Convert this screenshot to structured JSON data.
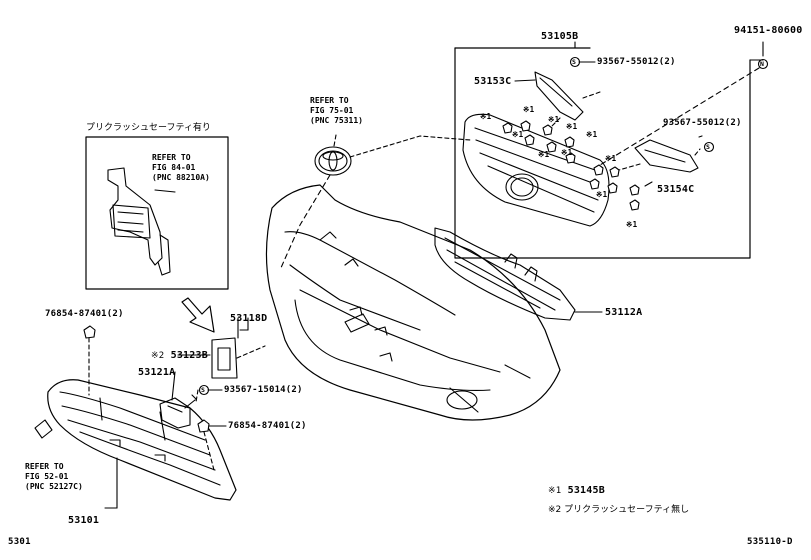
{
  "labels": {
    "p53105B": "53105B",
    "p94151": "94151-80600",
    "p53153C": "53153C",
    "p93567_top": "93567-55012(2)",
    "p93567_right": "93567-55012(2)",
    "p53154C": "53154C",
    "p53112A": "53112A",
    "p53118D": "53118D",
    "p53123B": "53123B",
    "p53121A": "53121A",
    "p93567_15014": "93567-15014(2)",
    "p76854_left": "76854-87401(2)",
    "p76854_right": "76854-87401(2)",
    "p53101": "53101",
    "p53145B": "53145B"
  },
  "marks": {
    "m1": "※1",
    "m2": "※2"
  },
  "refs": {
    "ref_fig75": "REFER TO\nFIG 75-01\n(PNC 75311)",
    "ref_fig84": "REFER TO\nFIG 84-01\n(PNC 88210A)",
    "ref_fig52": "REFER TO\nFIG 52-01\n(PNC 52127C)"
  },
  "japanese": {
    "with_safety": "プリクラッシュセーフティ有り",
    "without_safety": "プリクラッシュセーフティ無し"
  },
  "footer": {
    "left_code": "5301",
    "right_code": "535110-D"
  },
  "symbols": {
    "s_circle": "S",
    "n_circle": "N"
  }
}
